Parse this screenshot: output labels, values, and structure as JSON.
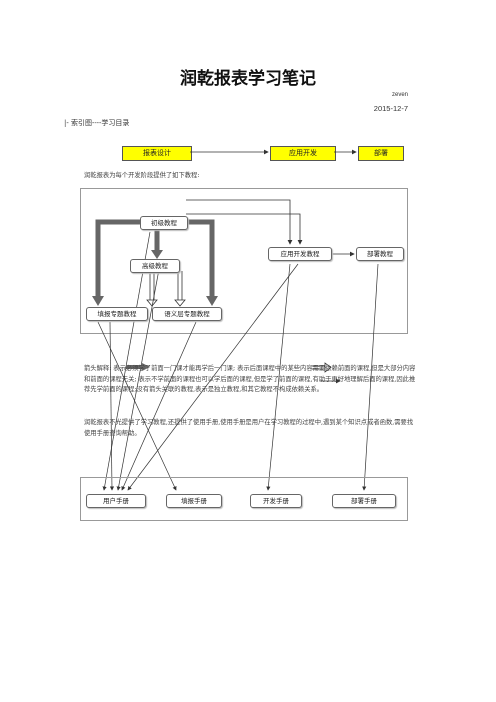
{
  "title": "润乾报表学习笔记",
  "author": "zeven",
  "date": "2015-12-7",
  "toc_line": "|-  索引图----学习目录",
  "phases": [
    "报表设计",
    "应用开发",
    "部署"
  ],
  "intro": "润乾报表为每个开发阶段提供了如下教程:",
  "tutorials": {
    "basic": "初级教程",
    "advanced": "高级教程",
    "fill": "填报专题教程",
    "semantic": "语义层专题教程",
    "appdev": "应用开发教程",
    "deploy": "部署教程"
  },
  "legend_text": "箭头解释:        表示必须学了前面一门课才能再学后一门课;        表示后面课程中的某些内容需要依赖前面的课程,但是大部分内容和前面的课程无关;        表示不学前面的课程也可以学后面的课程,但是学了前面的课程,有助于更好地理解后面的课程,因此推荐先学前面的课程;没有箭头关联的教程,表示是独立教程,和其它教程不构成依赖关系。",
  "handbook_text": "润乾报表不光提供了学习教程,还提供了使用手册,使用手册是用户在学习教程的过程中,遇到某个知识点或者函数,需要找使用手册查询帮助。",
  "manuals": [
    "用户手册",
    "填报手册",
    "开发手册",
    "部署手册"
  ],
  "colors": {
    "phase_bg": "#ffff00",
    "frame": "#999999",
    "thick_arrow": "#666666"
  }
}
